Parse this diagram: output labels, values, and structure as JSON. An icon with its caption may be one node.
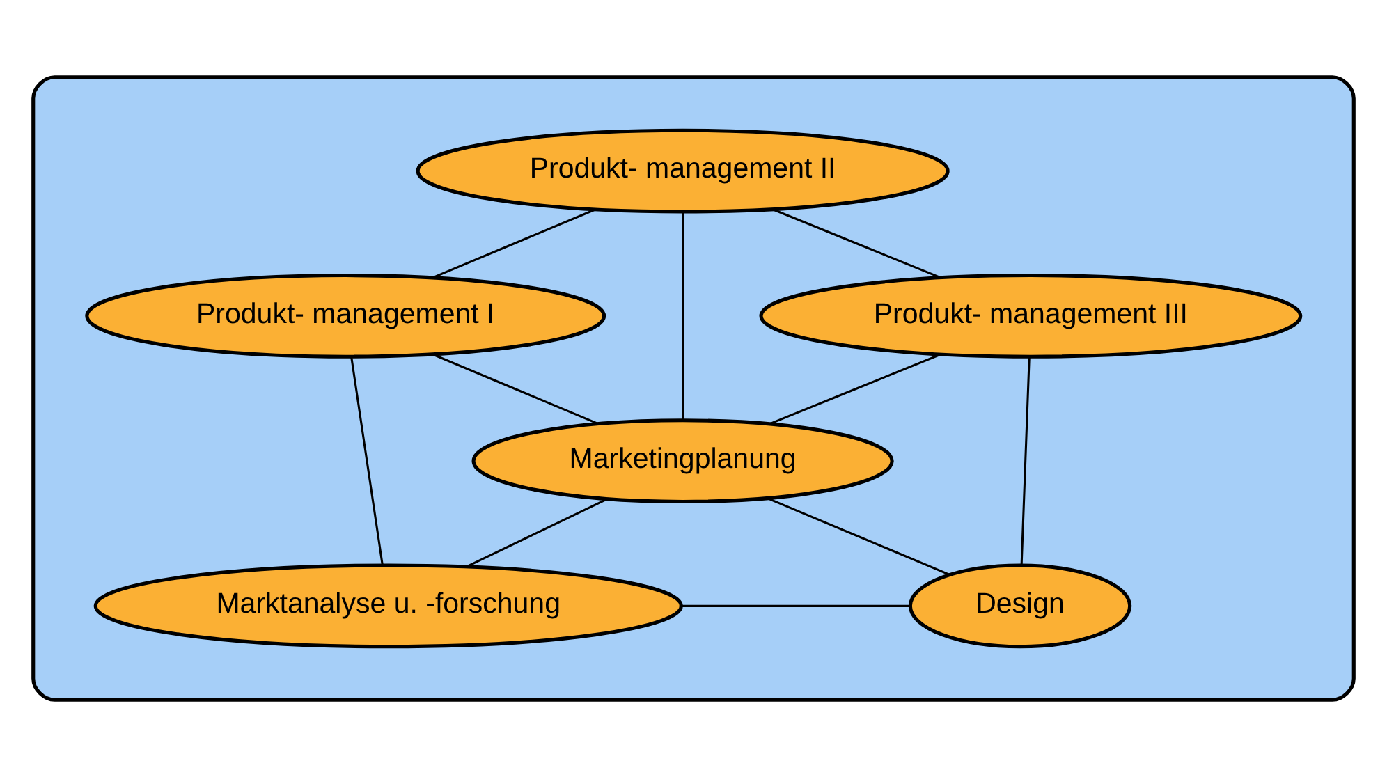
{
  "diagram": {
    "nodes": [
      {
        "text": [],
        "shape": "ellipse"
      },
      {
        "text": [
          "Produkt- management II"
        ],
        "in": 0
      },
      {
        "text": [
          "Produkt- management I"
        ],
        "in": 0
      },
      {
        "text": [
          "Produkt- management III"
        ],
        "in": 0
      },
      {
        "text": [
          "Marketingplanung"
        ],
        "in": 0
      },
      {
        "text": [
          "Marktanalyse u. -forschung"
        ],
        "in": 0
      },
      {
        "text": [
          "Design"
        ],
        "in": 0
      }
    ],
    "edges": [
      {
        "from": 1,
        "to": 2,
        "arrow": "none"
      },
      {
        "from": 1,
        "to": 3,
        "arrow": "none"
      },
      {
        "from": 1,
        "to": 4,
        "arrow": "none"
      },
      {
        "from": 2,
        "to": 4,
        "arrow": "none"
      },
      {
        "from": 3,
        "to": 4,
        "arrow": "none"
      },
      {
        "from": 2,
        "to": 5,
        "arrow": "none"
      },
      {
        "from": 3,
        "to": 6,
        "arrow": "none"
      },
      {
        "from": 4,
        "to": 5,
        "arrow": "none"
      },
      {
        "from": 4,
        "to": 6,
        "arrow": "none"
      },
      {
        "from": 5,
        "to": 6,
        "arrow": "none"
      }
    ]
  }
}
